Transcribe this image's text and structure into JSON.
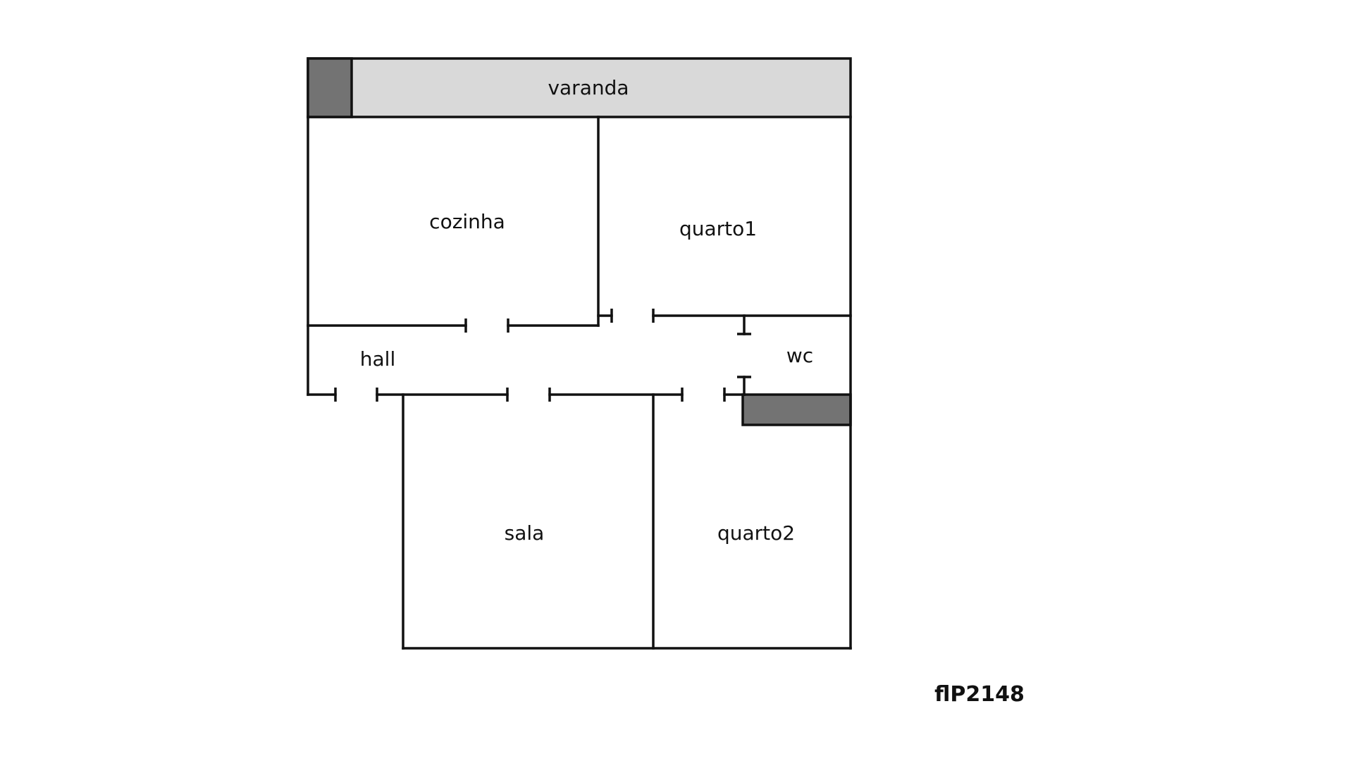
{
  "plan_id": "flP2148",
  "colors": {
    "wall": "#111111",
    "varanda_fill": "#d9d9d9",
    "dark_block": "#737373",
    "background": "#ffffff"
  },
  "rooms": {
    "varanda": "varanda",
    "cozinha": "cozinha",
    "quarto1": "quarto1",
    "hall": "hall",
    "wc": "wc",
    "sala": "sala",
    "quarto2": "quarto2"
  }
}
